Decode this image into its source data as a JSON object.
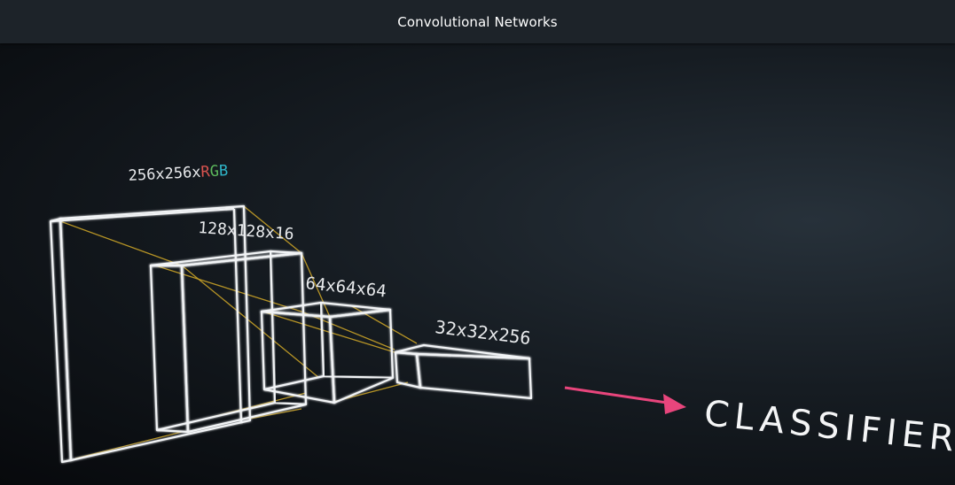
{
  "window": {
    "title": "Convolutional Networks"
  },
  "diagram": {
    "layers": [
      {
        "id": "input",
        "dims": "256x256x",
        "channels": [
          {
            "letter": "R",
            "color": "#d9534f"
          },
          {
            "letter": "G",
            "color": "#5cb85c"
          },
          {
            "letter": "B",
            "color": "#2fb5c8"
          }
        ]
      },
      {
        "id": "conv1",
        "dims": "128x128x16"
      },
      {
        "id": "conv2",
        "dims": "64x64x64"
      },
      {
        "id": "conv3",
        "dims": "32x32x256"
      }
    ],
    "output_label": "CLASSIFIER",
    "colors": {
      "edges": "#f2f4f6",
      "connectors": "#c9a227",
      "arrow": "#e8457c"
    }
  }
}
